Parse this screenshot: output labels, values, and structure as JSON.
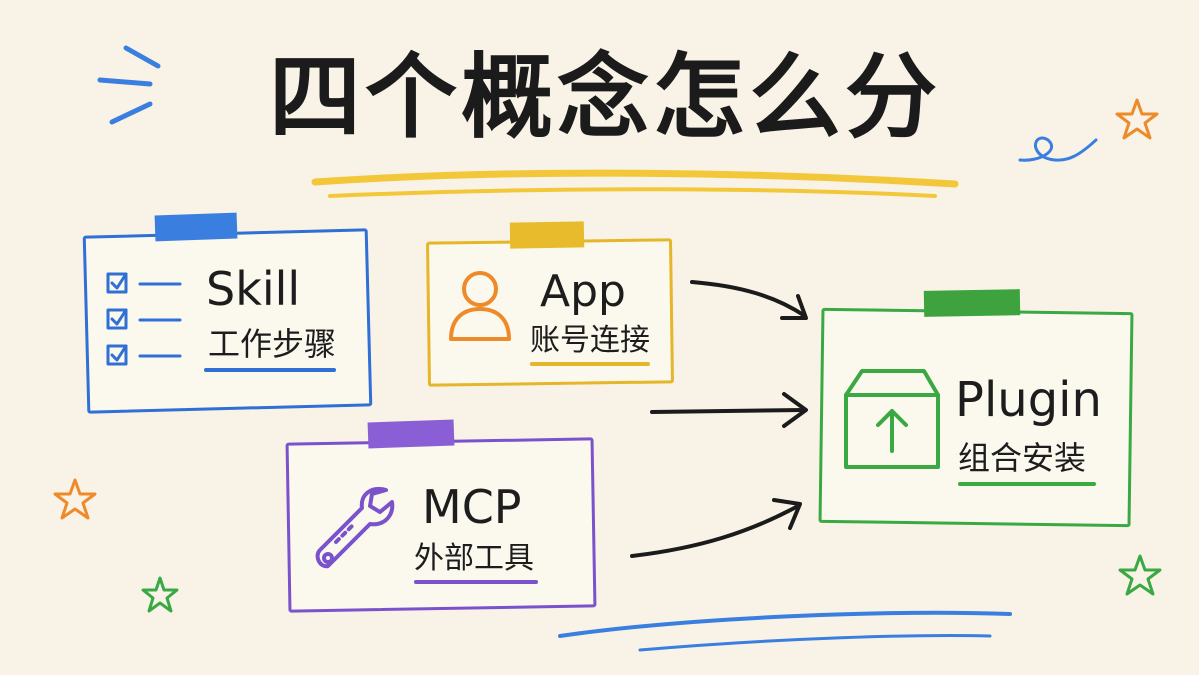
{
  "title": "四个概念怎么分",
  "cards": {
    "skill": {
      "en": "Skill",
      "cn": "工作步骤",
      "color": "#2f6fd6",
      "tape": "#3a7fe0"
    },
    "app": {
      "en": "App",
      "cn": "账号连接",
      "color": "#e5b62a",
      "tape": "#e8bb2c"
    },
    "mcp": {
      "en": "MCP",
      "cn": "外部工具",
      "color": "#7a52cc",
      "tape": "#8a5fd6"
    },
    "plugin": {
      "en": "Plugin",
      "cn": "组合安装",
      "color": "#3aa843",
      "tape": "#3ea33f"
    }
  },
  "icons": {
    "skill": "checklist-icon",
    "app": "user-icon",
    "mcp": "wrench-icon",
    "plugin": "box-upload-icon"
  },
  "colors": {
    "background": "#f8f3e6",
    "ink": "#1b1b1b",
    "highlight": "#f2c83a",
    "star_orange": "#ef8a2a",
    "star_green": "#3aa843",
    "scribble_blue": "#3a7fe0"
  }
}
